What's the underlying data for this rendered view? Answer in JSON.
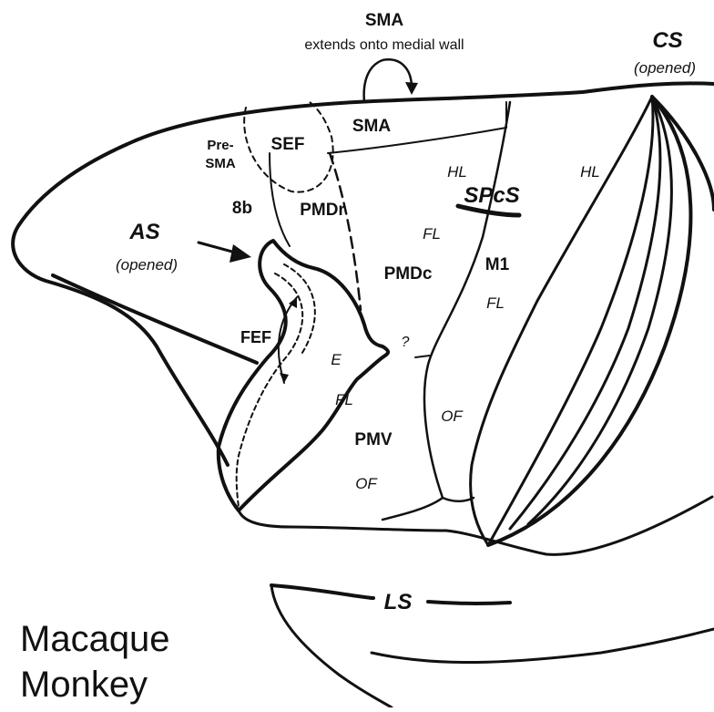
{
  "diagram": {
    "title_line1": "Macaque",
    "title_line2": "Monkey",
    "sma_top_title": "SMA",
    "sma_top_note": "extends onto medial wall",
    "cs_label": "CS",
    "cs_note": "(opened)",
    "as_label": "AS",
    "as_note": "(opened)",
    "ls_label": "LS",
    "spcs_label": "SPcS",
    "regions": {
      "sma": "SMA",
      "sef": "SEF",
      "presma_line1": "Pre-",
      "presma_line2": "SMA",
      "area_8b": "8b",
      "pmdr": "PMDr",
      "pmdc": "PMDc",
      "pmv": "PMV",
      "m1": "M1",
      "fef": "FEF"
    },
    "somatotopy": {
      "hl_pmdc": "HL",
      "hl_m1": "HL",
      "fl_pmdc": "FL",
      "fl_m1": "FL",
      "fl_pmv": "FL",
      "of_pmv_upper": "OF",
      "of_pmv_lower": "OF",
      "eye": "E",
      "unknown": "?"
    }
  }
}
